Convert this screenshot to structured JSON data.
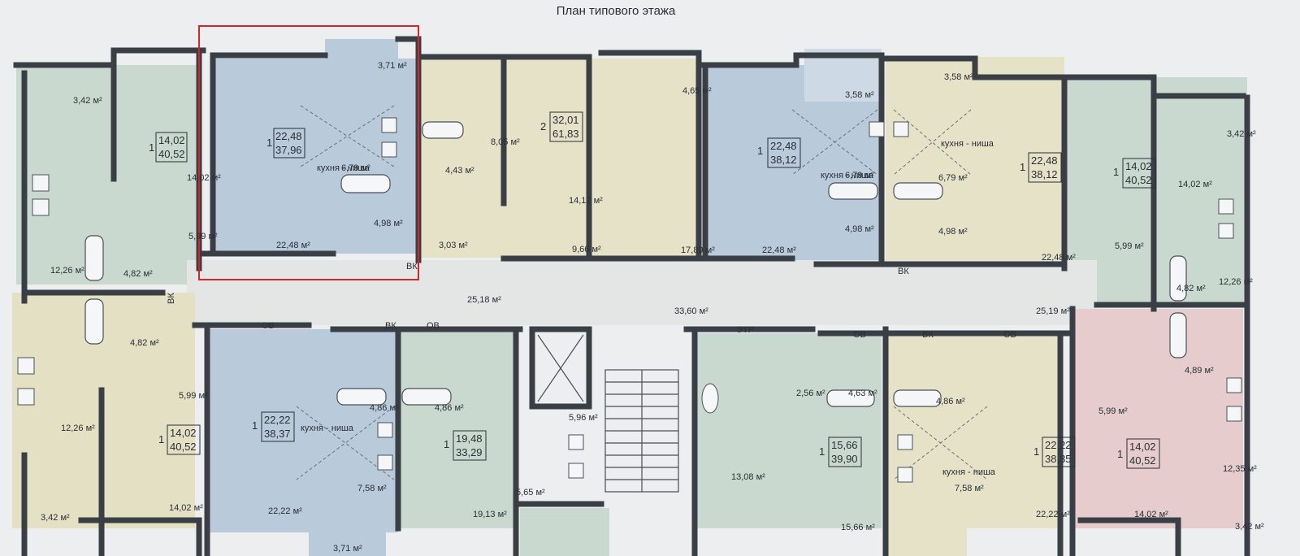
{
  "title": "План типового этажа",
  "colors": {
    "paper": "#eceef0",
    "wall": "#3a3f45",
    "blue": "#b9cadb",
    "blue_light": "#cdd9e4",
    "beige": "#e6e2c8",
    "green": "#c9d9cf",
    "pink": "#e6cccc",
    "highlight": "#d2262a"
  },
  "units": [
    {
      "rooms": "1",
      "living": "14,02",
      "total": "40,52"
    },
    {
      "rooms": "1",
      "living": "22,48",
      "total": "37,96"
    },
    {
      "rooms": "2",
      "living": "32,01",
      "total": "61,83"
    },
    {
      "rooms": "1",
      "living": "22,48",
      "total": "38,12"
    },
    {
      "rooms": "1",
      "living": "22,48",
      "total": "38,12"
    },
    {
      "rooms": "1",
      "living": "14,02",
      "total": "40,52"
    },
    {
      "rooms": "1",
      "living": "14,02",
      "total": "40,52"
    },
    {
      "rooms": "1",
      "living": "22,22",
      "total": "38,37"
    },
    {
      "rooms": "1",
      "living": "19,48",
      "total": "33,29"
    },
    {
      "rooms": "1",
      "living": "15,66",
      "total": "39,90"
    },
    {
      "rooms": "1",
      "living": "22,22",
      "total": "38,35"
    },
    {
      "rooms": "1",
      "living": "14,02",
      "total": "40,52"
    }
  ],
  "areas": [
    "3,42 м²",
    "14,02 м²",
    "5,99 м²",
    "12,26 м²",
    "4,82 м²",
    "3,71 м²",
    "6,79 м²",
    "4,98 м²",
    "22,48 м²",
    "8,05 м²",
    "4,43 м²",
    "3,03 м²",
    "9,66 м²",
    "14,12 м²",
    "4,65 м²",
    "17,89 м²",
    "3,58 м²",
    "6,79 м²",
    "4,98 м²",
    "22,48 м²",
    "3,58 м²",
    "6,79 м²",
    "4,98 м²",
    "22,48 м²",
    "3,42 м²",
    "14,02 м²",
    "5,99 м²",
    "4,82 м²",
    "12,26 м²",
    "25,18 м²",
    "33,60 м²",
    "25,19 м²",
    "4,82 м²",
    "5,99 м²",
    "12,26 м²",
    "14,02 м²",
    "3,42 м²",
    "4,86 м²",
    "4,86 м²",
    "7,58 м²",
    "22,22 м²",
    "3,71 м²",
    "5,96 м²",
    "5,65 м²",
    "19,13 м²",
    "2,56 м²",
    "4,63 м²",
    "13,08 м²",
    "15,66 м²",
    "4,86 м²",
    "7,58 м²",
    "22,22 м²",
    "4,89 м²",
    "5,99 м²",
    "12,35 м²",
    "14,02 м²",
    "3,42 м²"
  ],
  "markers": [
    "кухня - ниша",
    "кухня - ниша",
    "кухня - ниша",
    "кухня - ниша",
    "кухня - ниша",
    "ВК",
    "ВК",
    "ВК",
    "ВК",
    "ВК",
    "ОВ",
    "ОВ",
    "ОВ",
    "ОВ",
    "ЭТР"
  ]
}
